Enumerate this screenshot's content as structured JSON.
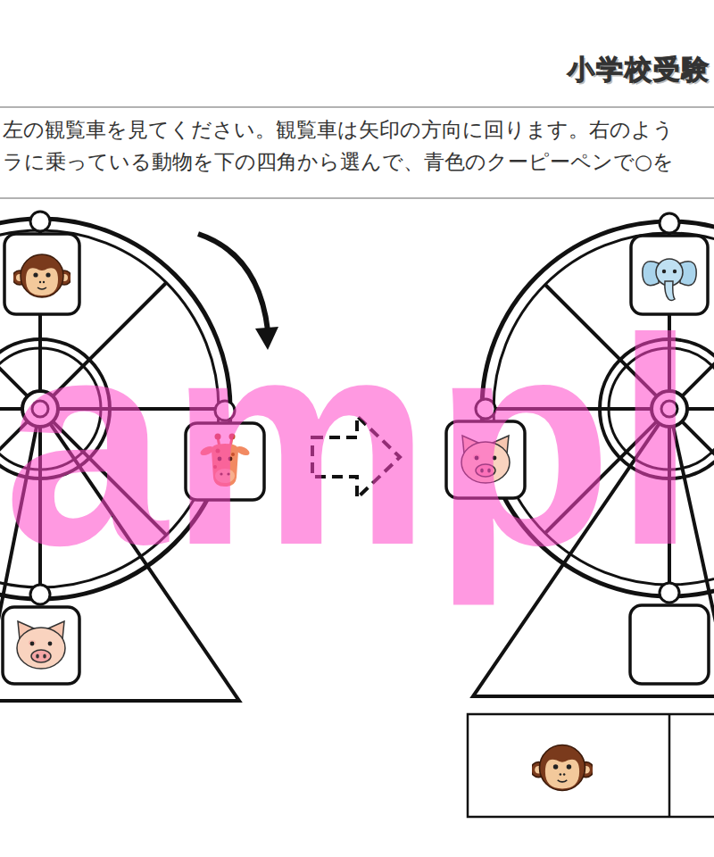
{
  "diagram": {
    "title": "小学校受験",
    "labels": [
      "左の観覧車を見てください。観覧車は矢印の方向に回ります。右のよう",
      "ラに乗っている動物を下の四角から選んで、青色のクーピーペンで○を",
      "ampl"
    ]
  }
}
